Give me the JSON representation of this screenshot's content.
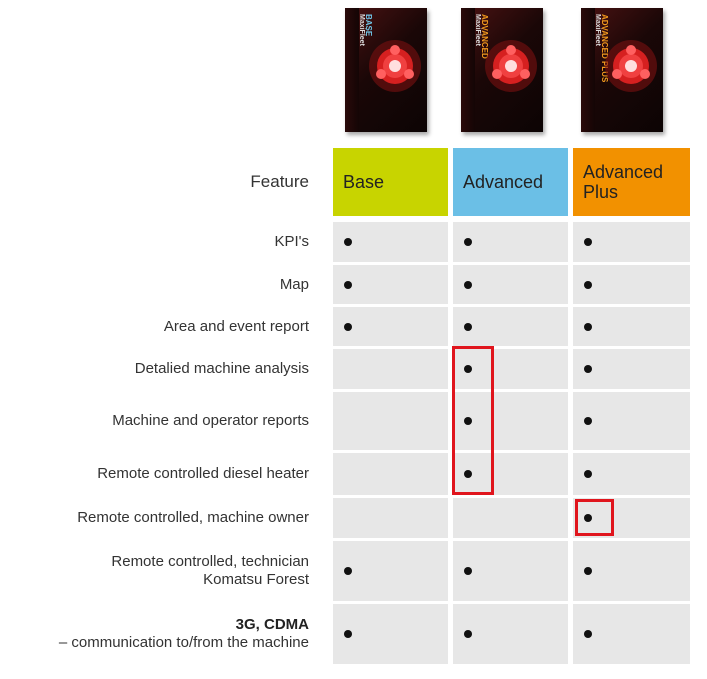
{
  "products": [
    {
      "brand": "MaxiFleet",
      "tier": "BASE",
      "tier_color": "#6fc6e8"
    },
    {
      "brand": "MaxiFleet",
      "tier": "ADVANCED",
      "tier_color": "#f39a1e"
    },
    {
      "brand": "MaxiFleet",
      "tier": "ADVANCED PLUS",
      "tier_color": "#f39a1e"
    }
  ],
  "table": {
    "feature_header": "Feature",
    "columns": [
      {
        "label": "Base",
        "color": "#c8d400"
      },
      {
        "label": "Advanced",
        "color": "#6bbfe6"
      },
      {
        "label": "Advanced Plus",
        "color": "#f29100"
      }
    ],
    "rows": [
      {
        "feature": "KPI's",
        "base": true,
        "advanced": true,
        "advanced_plus": true
      },
      {
        "feature": "Map",
        "base": true,
        "advanced": true,
        "advanced_plus": true
      },
      {
        "feature": "Area and event report",
        "base": true,
        "advanced": true,
        "advanced_plus": true
      },
      {
        "feature": "Detalied machine analysis",
        "base": false,
        "advanced": true,
        "advanced_plus": true
      },
      {
        "feature": "Machine and operator reports",
        "base": false,
        "advanced": true,
        "advanced_plus": true
      },
      {
        "feature": "Remote controlled diesel heater",
        "base": false,
        "advanced": true,
        "advanced_plus": true
      },
      {
        "feature": "Remote controlled, machine owner",
        "base": false,
        "advanced": false,
        "advanced_plus": true
      },
      {
        "feature": "Remote controlled, technician",
        "feature_line2": "Komatsu Forest",
        "base": true,
        "advanced": true,
        "advanced_plus": true
      },
      {
        "feature": "3G, CDMA",
        "feature_line2": "– communication to/from the machine",
        "base": true,
        "advanced": true,
        "advanced_plus": true
      }
    ]
  },
  "highlight_color": "#e0151d"
}
